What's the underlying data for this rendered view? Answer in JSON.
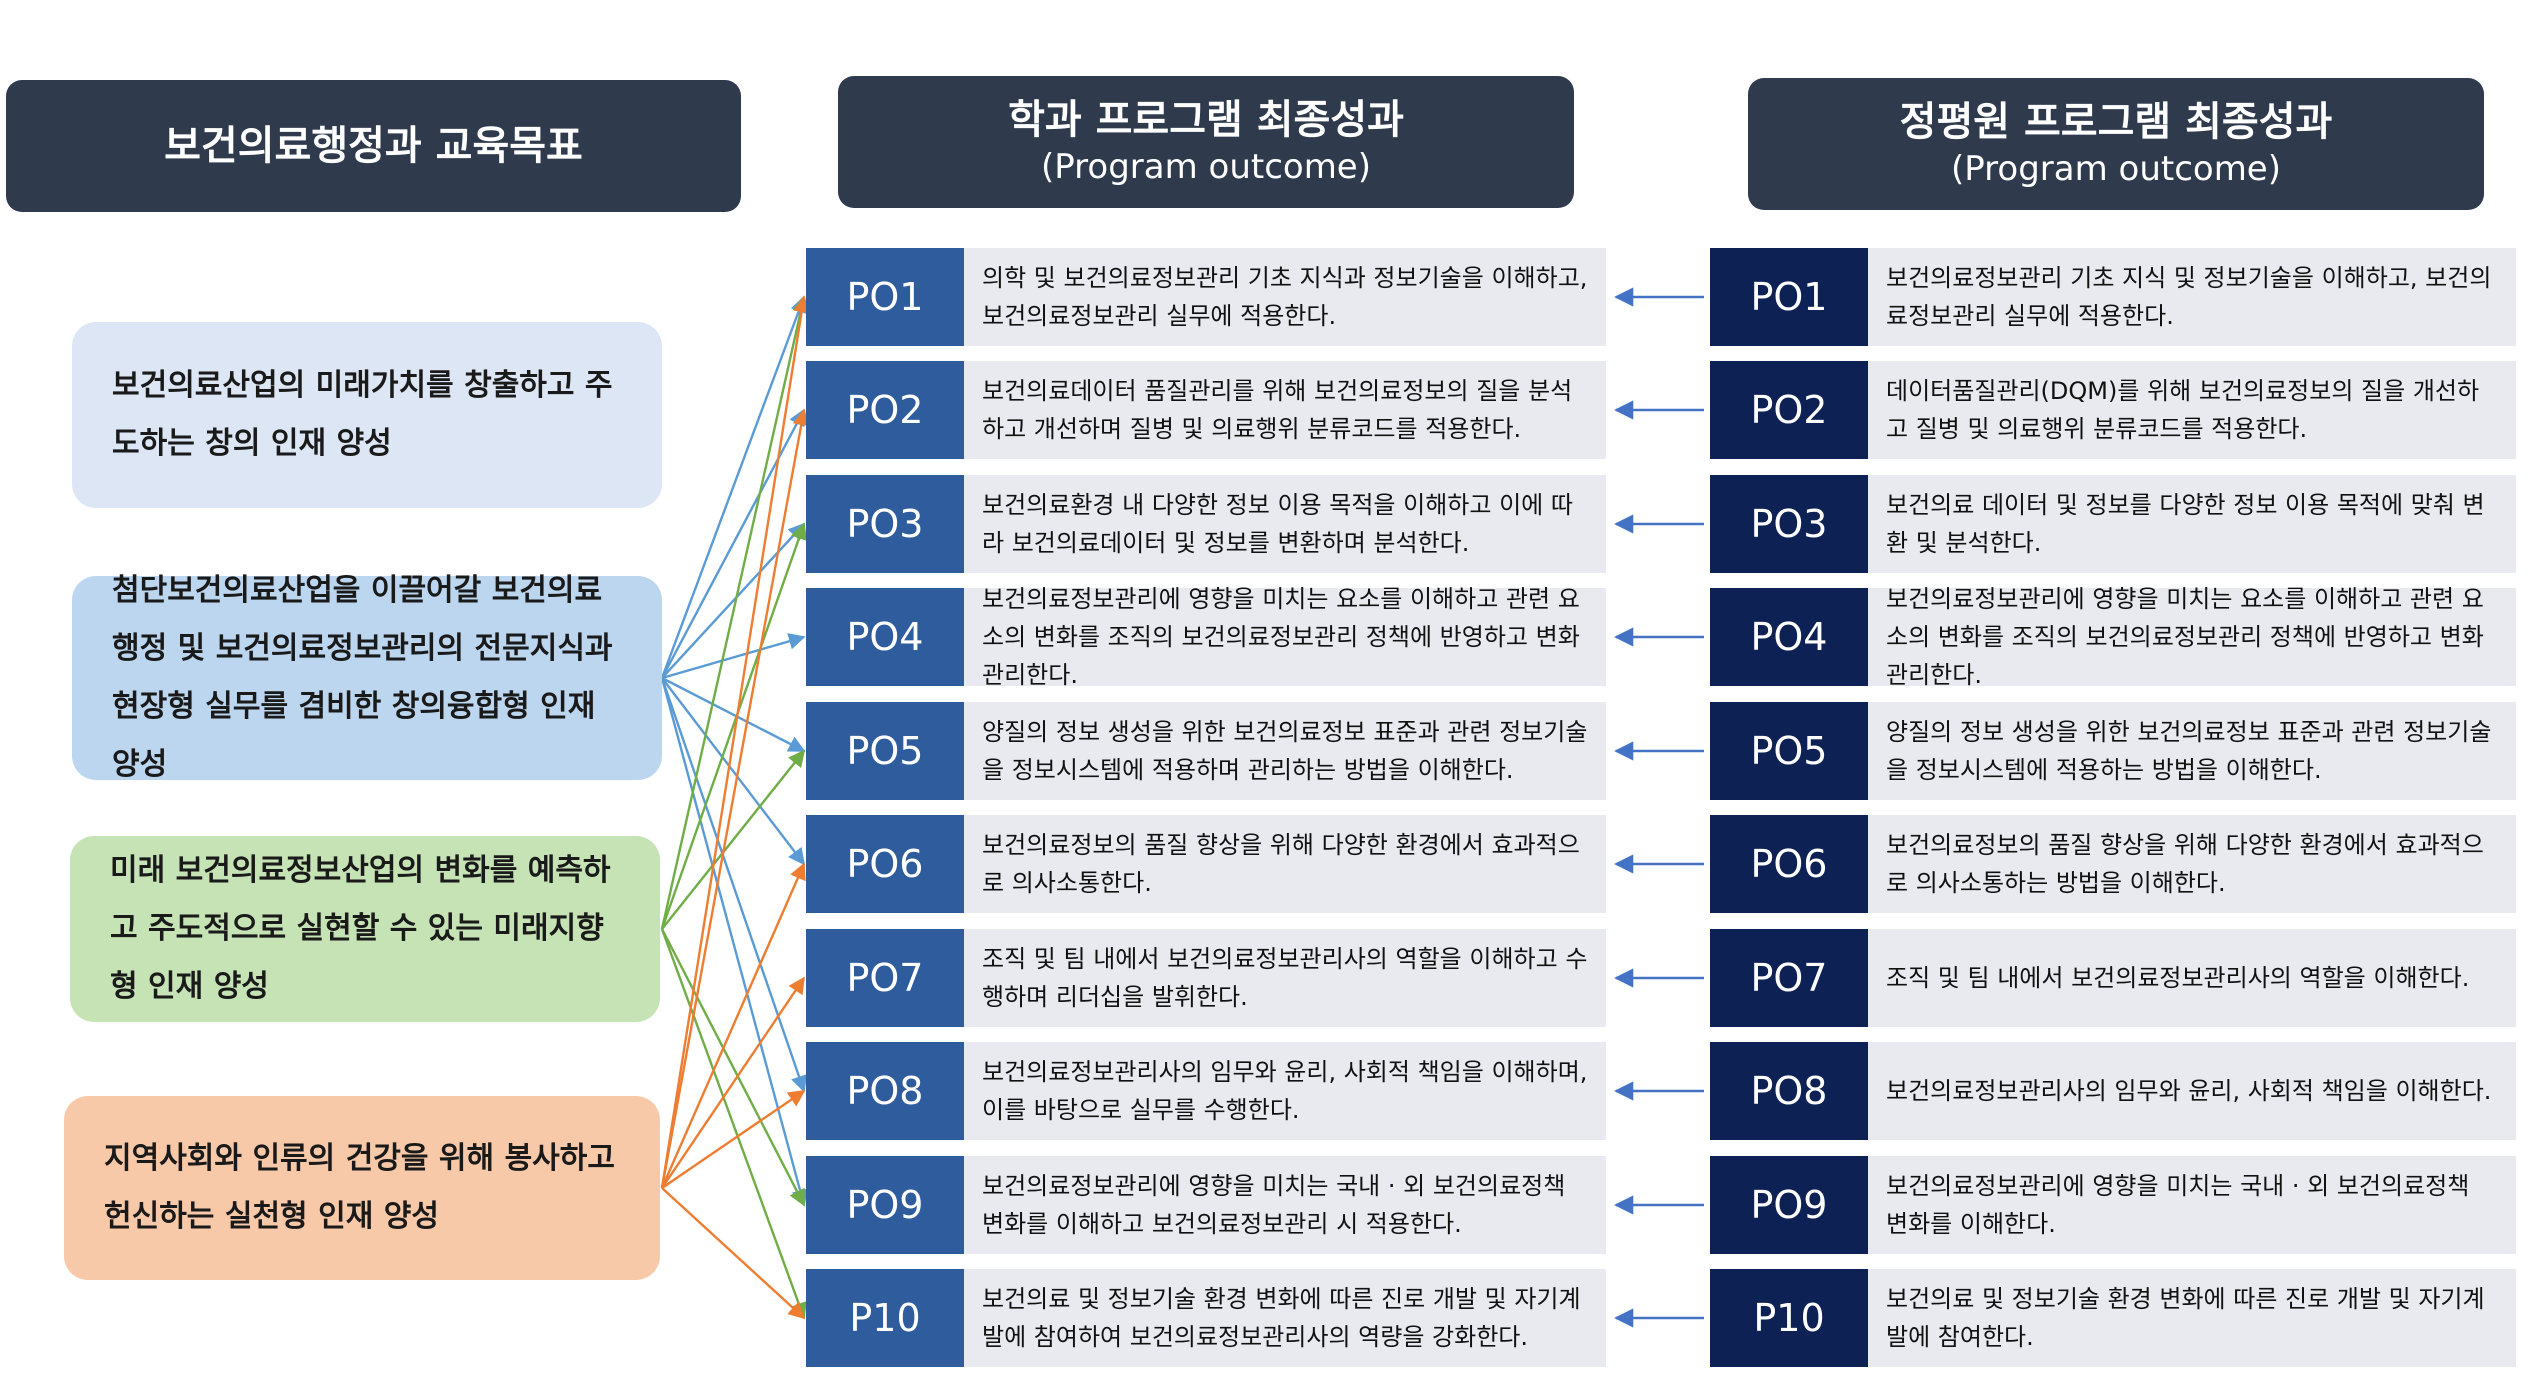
{
  "headers": {
    "goals": "보건의료행정과 교육목표",
    "dept_title": "학과 프로그램 최종성과",
    "dept_sub": "(Program outcome)",
    "hrdk_title": "정평원 프로그램 최종성과",
    "hrdk_sub": "(Program outcome)"
  },
  "goals": [
    "보건의료산업의 미래가치를 창출하고 주도하는 창의 인재 양성",
    "첨단보건의료산업을 이끌어갈 보건의료행정 및 보건의료정보관리의 전문지식과 현장형 실무를 겸비한 창의융합형 인재 양성",
    "미래 보건의료정보산업의 변화를 예측하고 주도적으로 실현할 수 있는 미래지향형 인재 양성",
    "지역사회와 인류의 건강을 위해 봉사하고 헌신하는 실천형 인재 양성"
  ],
  "dept_outcomes": [
    {
      "code": "PO1",
      "text": "의학 및 보건의료정보관리 기초 지식과 정보기술을 이해하고, 보건의료정보관리 실무에 적용한다."
    },
    {
      "code": "PO2",
      "text": "보건의료데이터 품질관리를 위해 보건의료정보의 질을 분석하고 개선하며 질병 및 의료행위 분류코드를 적용한다."
    },
    {
      "code": "PO3",
      "text": "보건의료환경 내 다양한 정보 이용 목적을 이해하고 이에 따라 보건의료데이터 및 정보를 변환하며 분석한다."
    },
    {
      "code": "PO4",
      "text": "보건의료정보관리에 영향을 미치는 요소를 이해하고 관련 요소의 변화를 조직의 보건의료정보관리 정책에 반영하고 변화 관리한다."
    },
    {
      "code": "PO5",
      "text": "양질의 정보 생성을 위한 보건의료정보 표준과 관련 정보기술을 정보시스템에 적용하며 관리하는 방법을 이해한다."
    },
    {
      "code": "PO6",
      "text": "보건의료정보의 품질 향상을 위해 다양한 환경에서 효과적으로 의사소통한다."
    },
    {
      "code": "PO7",
      "text": "조직 및 팀 내에서 보건의료정보관리사의 역할을 이해하고 수행하며 리더십을 발휘한다."
    },
    {
      "code": "PO8",
      "text": "보건의료정보관리사의 임무와 윤리, 사회적 책임을 이해하며, 이를 바탕으로 실무를 수행한다."
    },
    {
      "code": "PO9",
      "text": "보건의료정보관리에 영향을 미치는 국내 · 외 보건의료정책 변화를 이해하고 보건의료정보관리 시 적용한다."
    },
    {
      "code": "P10",
      "text": "보건의료 및 정보기술 환경 변화에 따른 진로 개발 및 자기계발에 참여하여 보건의료정보관리사의 역량을 강화한다."
    }
  ],
  "hrdk_outcomes": [
    {
      "code": "PO1",
      "text": "보건의료정보관리 기초 지식 및 정보기술을 이해하고, 보건의료정보관리 실무에 적용한다."
    },
    {
      "code": "PO2",
      "text": "데이터품질관리(DQM)를 위해 보건의료정보의 질을 개선하고 질병 및 의료행위 분류코드를 적용한다."
    },
    {
      "code": "PO3",
      "text": "보건의료 데이터 및 정보를 다양한 정보 이용 목적에 맞춰 변환 및 분석한다."
    },
    {
      "code": "PO4",
      "text": "보건의료정보관리에 영향을 미치는 요소를 이해하고 관련 요소의 변화를 조직의 보건의료정보관리 정책에 반영하고 변화 관리한다."
    },
    {
      "code": "PO5",
      "text": "양질의 정보 생성을 위한 보건의료정보 표준과 관련 정보기술을 정보시스템에 적용하는 방법을 이해한다."
    },
    {
      "code": "PO6",
      "text": "보건의료정보의 품질 향상을 위해 다양한 환경에서 효과적으로 의사소통하는 방법을 이해한다."
    },
    {
      "code": "PO7",
      "text": "조직 및 팀 내에서 보건의료정보관리사의 역할을 이해한다."
    },
    {
      "code": "PO8",
      "text": "보건의료정보관리사의 임무와 윤리, 사회적 책임을 이해한다."
    },
    {
      "code": "PO9",
      "text": "보건의료정보관리에 영향을 미치는 국내 · 외 보건의료정책 변화를 이해한다."
    },
    {
      "code": "P10",
      "text": "보건의료 및 정보기술 환경 변화에 따른 진로 개발 및 자기계발에 참여한다."
    }
  ],
  "links": [
    {
      "goal": 1,
      "po": 0,
      "color": "#5b9bd5"
    },
    {
      "goal": 1,
      "po": 1,
      "color": "#5b9bd5"
    },
    {
      "goal": 1,
      "po": 2,
      "color": "#5b9bd5"
    },
    {
      "goal": 1,
      "po": 3,
      "color": "#5b9bd5"
    },
    {
      "goal": 1,
      "po": 4,
      "color": "#5b9bd5"
    },
    {
      "goal": 1,
      "po": 5,
      "color": "#5b9bd5"
    },
    {
      "goal": 1,
      "po": 7,
      "color": "#5b9bd5"
    },
    {
      "goal": 1,
      "po": 8,
      "color": "#5b9bd5"
    },
    {
      "goal": 2,
      "po": 0,
      "color": "#70ad47"
    },
    {
      "goal": 2,
      "po": 2,
      "color": "#70ad47"
    },
    {
      "goal": 2,
      "po": 4,
      "color": "#70ad47"
    },
    {
      "goal": 2,
      "po": 8,
      "color": "#70ad47"
    },
    {
      "goal": 2,
      "po": 9,
      "color": "#70ad47"
    },
    {
      "goal": 3,
      "po": 0,
      "color": "#ed7d31"
    },
    {
      "goal": 3,
      "po": 1,
      "color": "#ed7d31"
    },
    {
      "goal": 3,
      "po": 5,
      "color": "#ed7d31"
    },
    {
      "goal": 3,
      "po": 6,
      "color": "#ed7d31"
    },
    {
      "goal": 3,
      "po": 7,
      "color": "#ed7d31"
    },
    {
      "goal": 3,
      "po": 9,
      "color": "#ed7d31"
    }
  ],
  "mapping_arrow_color": "#4472c4"
}
